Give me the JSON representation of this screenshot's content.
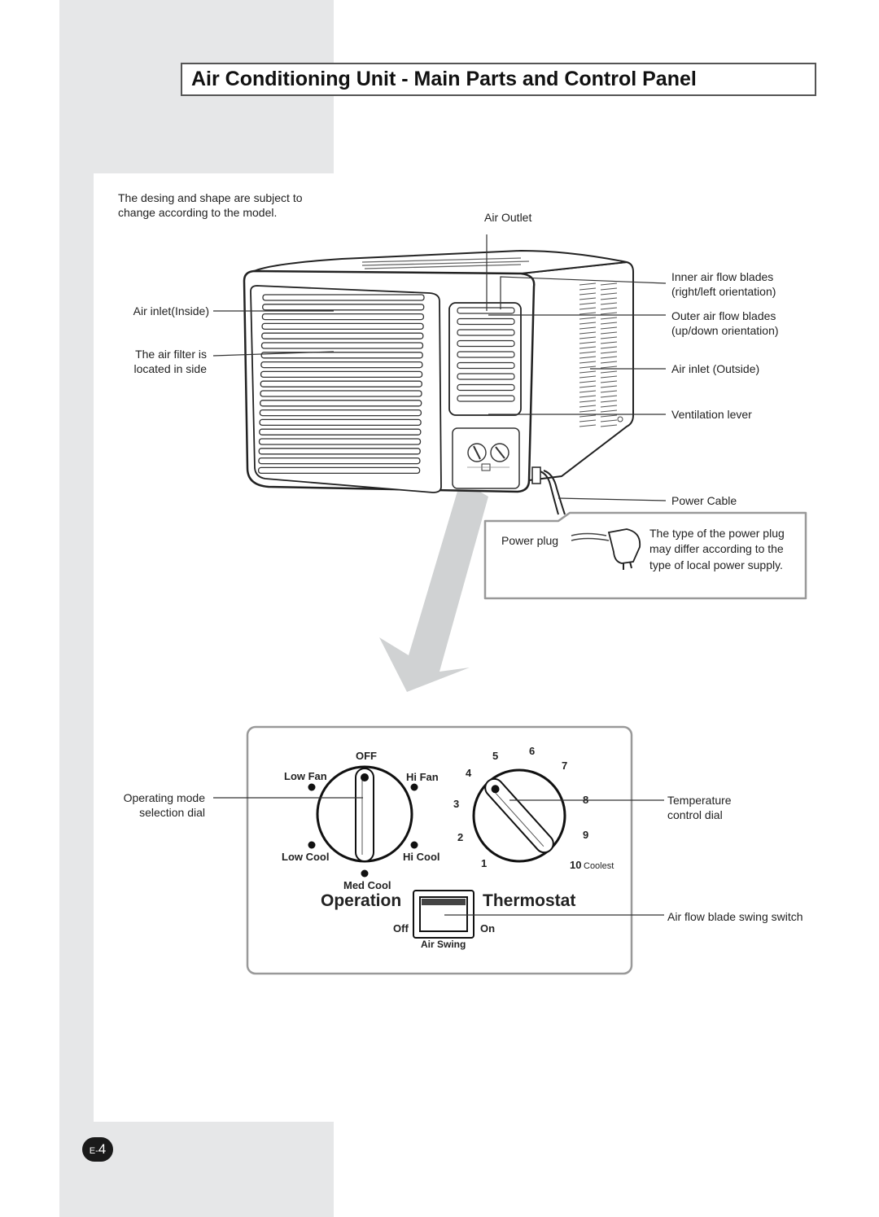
{
  "title": "Air Conditioning Unit - Main Parts and Control Panel",
  "disclaimer": {
    "line1": "The desing and shape are subject to",
    "line2": "change according to the model."
  },
  "labels": {
    "air_outlet": "Air Outlet",
    "air_inlet_inside": "Air inlet(Inside)",
    "air_filter_line1": "The air filter is",
    "air_filter_line2": "located in side",
    "inner_blades_line1": "Inner air flow blades",
    "inner_blades_line2": "(right/left orientation)",
    "outer_blades_line1": "Outer air flow blades",
    "outer_blades_line2": "(up/down orientation)",
    "air_inlet_outside": "Air inlet (Outside)",
    "ventilation_lever": "Ventilation lever",
    "power_cable": "Power Cable",
    "power_plug": "Power plug",
    "plug_note_line1": "The type of the power plug",
    "plug_note_line2": "may differ according to the",
    "plug_note_line3": "type of local power supply.",
    "operating_mode_line1": "Operating mode",
    "operating_mode_line2": "selection dial",
    "temperature_line1": "Temperature",
    "temperature_line2": "control dial",
    "swing_switch": "Air flow blade swing switch"
  },
  "control_panel": {
    "operation_label": "Operation",
    "thermostat_label": "Thermostat",
    "mode_off": "OFF",
    "mode_low_fan": "Low Fan",
    "mode_hi_fan": "Hi Fan",
    "mode_low_cool": "Low Cool",
    "mode_hi_cool": "Hi Cool",
    "mode_med_cool": "Med Cool",
    "thermo_numbers": [
      "1",
      "2",
      "3",
      "4",
      "5",
      "6",
      "7",
      "8",
      "9",
      "10"
    ],
    "coolest": "Coolest",
    "swing_off": "Off",
    "swing_on": "On",
    "air_swing": "Air Swing"
  },
  "page_number": {
    "prefix": "E-",
    "number": "4"
  },
  "colors": {
    "background_gray": "#e6e7e8",
    "arrow_gray": "#d0d2d3",
    "frame_gray": "#9a9a9a"
  }
}
